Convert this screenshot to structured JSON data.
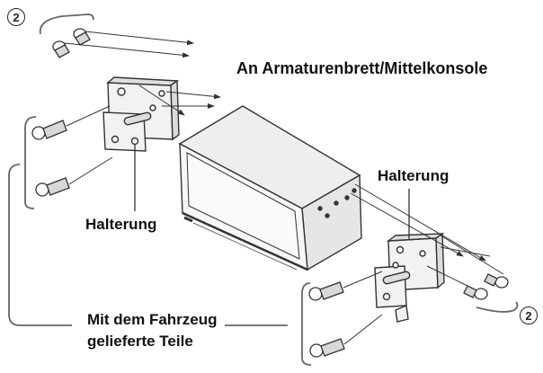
{
  "labels": {
    "dashboard": "An Armaturenbrett/Mittelkonsole",
    "bracket_left": "Halterung",
    "bracket_right": "Halterung",
    "supplied_parts_line1": "Mit dem Fahrzeug",
    "supplied_parts_line2": "gelieferte Teile"
  },
  "callouts": {
    "screws_left": "2",
    "screws_right": "2"
  }
}
